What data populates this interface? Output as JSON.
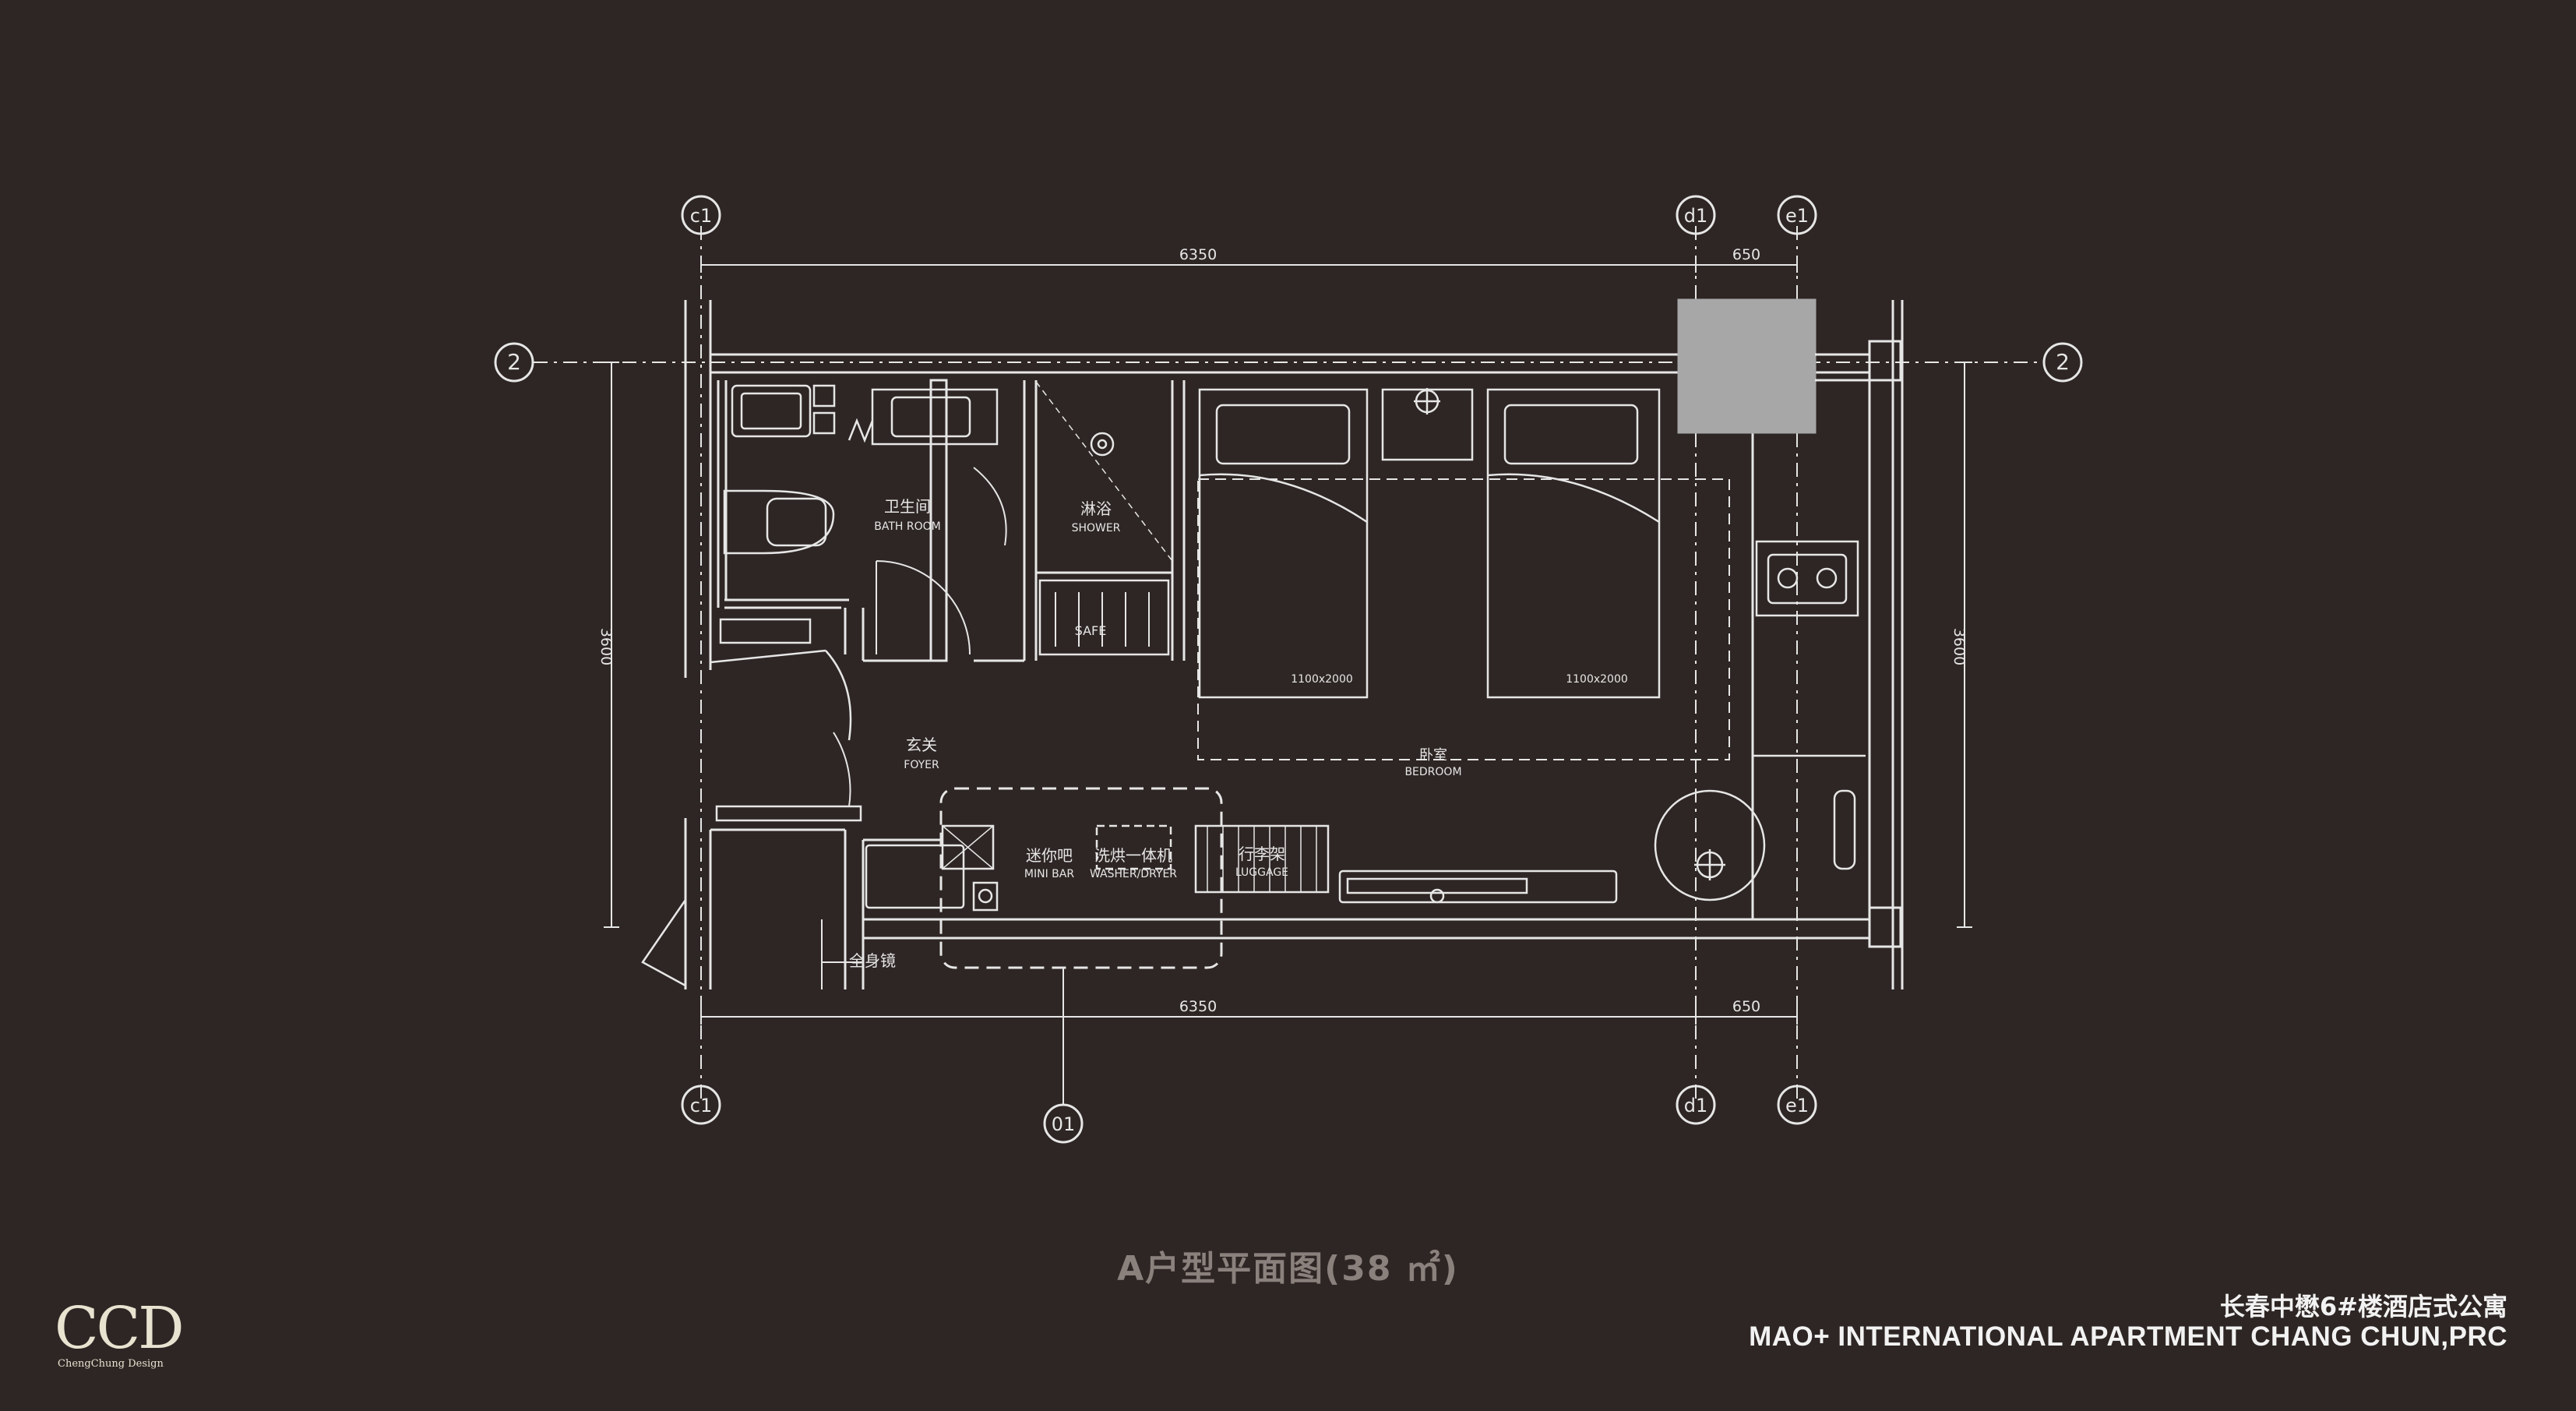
{
  "plan": {
    "title": "A户型平面图(38 ㎡)",
    "grid": {
      "top": [
        "c1",
        "d1",
        "e1"
      ],
      "bottom": [
        "c1",
        "d1",
        "e1",
        "01"
      ],
      "side": "2"
    },
    "dimensions": {
      "top_main": "6350",
      "top_side": "650",
      "bottom_main": "6350",
      "bottom_side": "650",
      "left_height": "3600",
      "right_height": "3600"
    },
    "rooms": {
      "bathroom_cn": "卫生间",
      "bathroom_en": "BATH ROOM",
      "shower_cn": "淋浴",
      "shower_en": "SHOWER",
      "safe": "SAFE",
      "foyer_cn": "玄关",
      "foyer_en": "FOYER",
      "bedroom_cn": "卧室",
      "bedroom_en": "BEDROOM",
      "minibar_cn": "迷你吧",
      "minibar_en": "MINI BAR",
      "washer_cn": "洗烘一体机",
      "washer_en": "WASHER/DRYER",
      "luggage_cn": "行李架",
      "luggage_en": "LUGGAGE",
      "mirror_cn": "全身镜"
    },
    "beds": [
      "1100x2000",
      "1100x2000"
    ]
  },
  "project": {
    "name_cn": "长春中懋6#楼酒店式公寓",
    "name_en": "MAO+ INTERNATIONAL APARTMENT CHANG CHUN,PRC"
  },
  "logo": {
    "text": "CCD",
    "subtitle": "ChengChung  Design"
  },
  "colors": {
    "background": "#2e2624",
    "line": "#e6e6e6",
    "window_fill": "#a7a7a7",
    "title_grey": "#8a817d"
  }
}
